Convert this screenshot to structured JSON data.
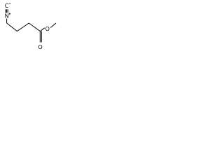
{
  "structure": {
    "atoms": {
      "n_label": "N",
      "c_label": "C",
      "o_carbonyl_label": "O",
      "o_ester_label": "O"
    },
    "bond_color": "#000000",
    "background": "#ffffff"
  }
}
